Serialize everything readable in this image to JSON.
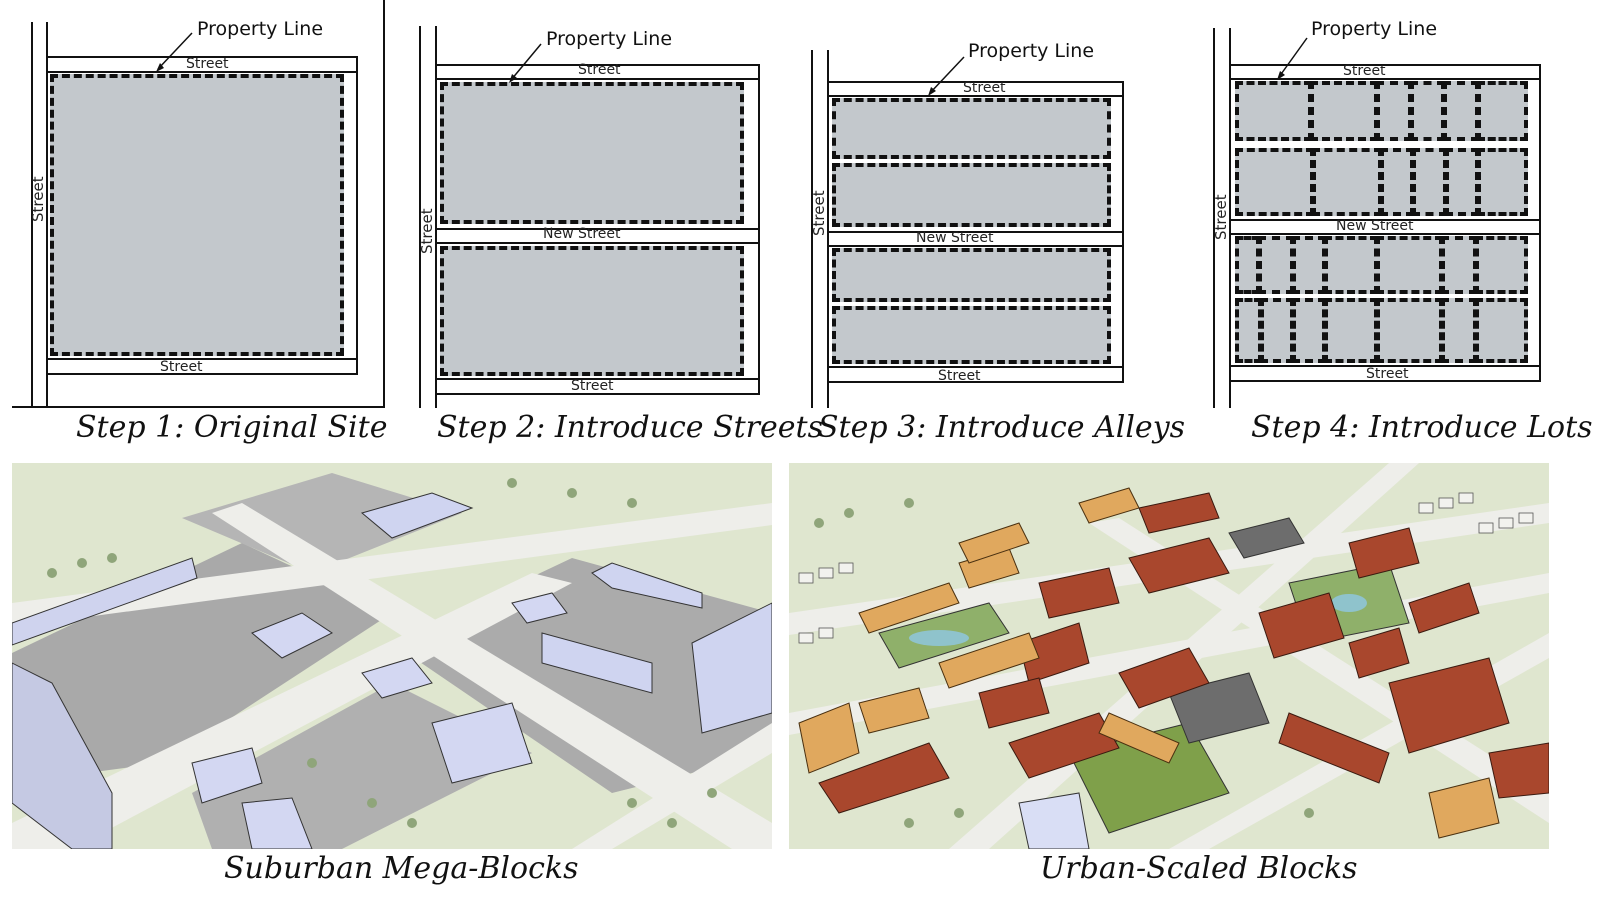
{
  "steps": [
    {
      "caption": "Step 1: Original Site",
      "property_line": "Property Line",
      "street_top": "Street",
      "street_bottom": "Street",
      "street_side": "Street"
    },
    {
      "caption": "Step 2: Introduce Streets",
      "property_line": "Property Line",
      "street_top": "Street",
      "street_middle": "New Street",
      "street_bottom": "Street",
      "street_side": "Street"
    },
    {
      "caption": "Step 3: Introduce Alleys",
      "property_line": "Property Line",
      "street_top": "Street",
      "street_middle": "New Street",
      "street_bottom": "Street",
      "street_side": "Street"
    },
    {
      "caption": "Step 4: Introduce Lots",
      "property_line": "Property Line",
      "street_top": "Street",
      "street_middle": "New Street",
      "street_bottom": "Street",
      "street_side": "Street"
    }
  ],
  "renderings": [
    {
      "caption": "Suburban Mega-Blocks"
    },
    {
      "caption": "Urban-Scaled Blocks"
    }
  ],
  "colors": {
    "block_fill": "#c3c8cc",
    "lawn": "#dfe6cf",
    "road": "#e9e9e5",
    "parking": "#a9a9a9",
    "brick": "#a9472d",
    "tan": "#e0a85e",
    "roof_white": "#d9def5"
  }
}
